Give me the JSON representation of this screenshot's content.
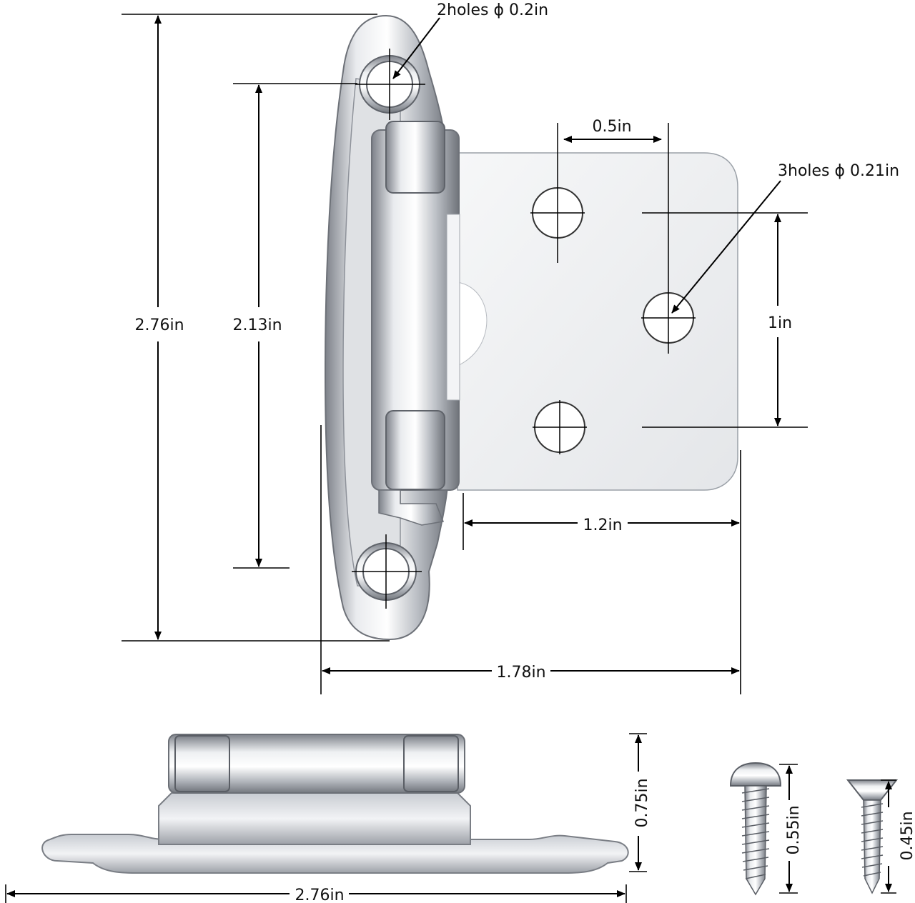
{
  "labels": {
    "two_holes": "2holes ϕ 0.2in",
    "three_holes": "3holes ϕ 0.21in",
    "height_total": "2.76in",
    "height_holes": "2.13in",
    "hole_spacing_horizontal": "0.5in",
    "hole_spacing_vertical": "1in",
    "leaf_width": "1.2in",
    "total_width": "1.78in",
    "side_height": "0.75in",
    "side_length": "2.76in",
    "screw_round_length": "0.55in",
    "screw_flat_length": "0.45in"
  },
  "colors": {
    "metal_light": "#f1f2f4",
    "metal_mid": "#c9ccd1",
    "metal_dark": "#8c9097",
    "line": "#000000"
  }
}
